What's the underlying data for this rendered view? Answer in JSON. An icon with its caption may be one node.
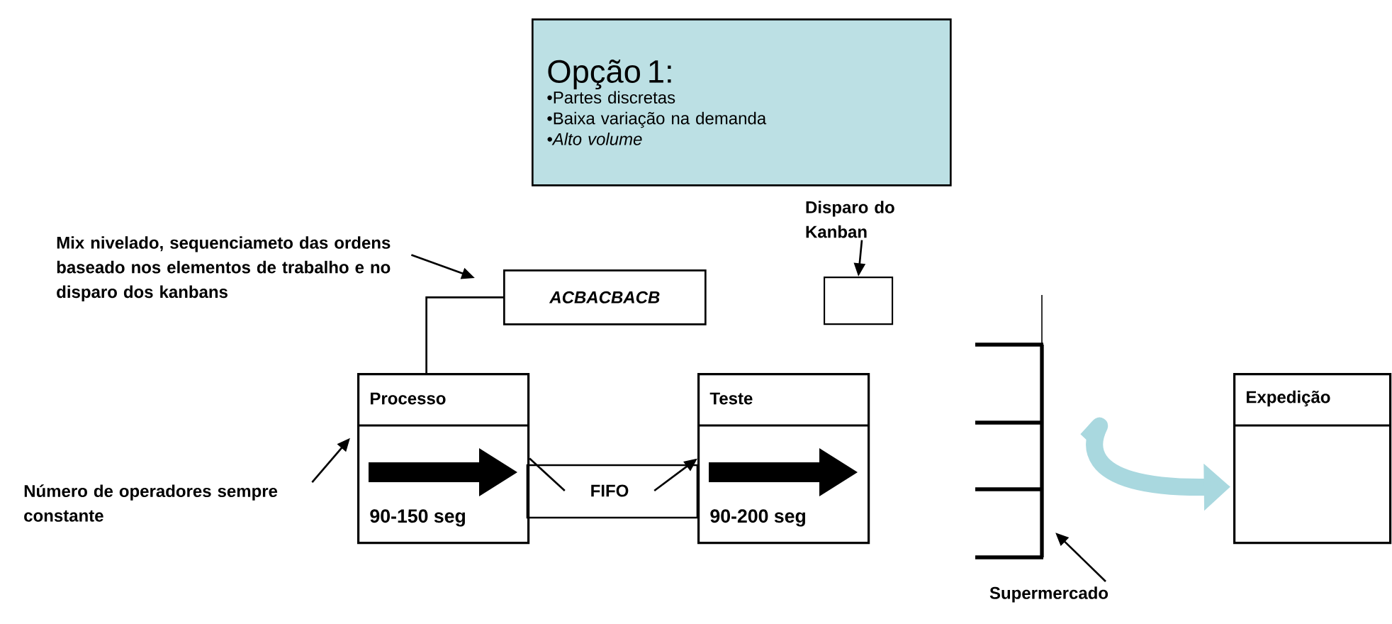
{
  "diagram": {
    "nodes": [
      {
        "text": [
          "Opção 1:",
          "•Partes discretas",
          "•Baixa variação na demanda",
          "•Alto volume"
        ]
      },
      {
        "text": [
          "Mix nivelado, sequenciameto das ordens baseado nos elementos de trabalho e no disparo dos kanbans"
        ]
      },
      {
        "text": [
          "ACBACBACB"
        ]
      },
      {
        "text": [
          "Disparo do Kanban"
        ]
      },
      {
        "text": [],
        "shape": "box"
      },
      {
        "text": [
          "Processo",
          "90-150 seg"
        ]
      },
      {
        "text": [
          "Número de operadores sempre constante"
        ]
      },
      {
        "text": [
          "FIFO"
        ]
      },
      {
        "text": [
          "Teste",
          "90-200 seg"
        ]
      },
      {
        "text": [],
        "shape": "picture"
      },
      {
        "text": [
          "Supermercado"
        ]
      },
      {
        "text": [
          "Expedição"
        ]
      }
    ],
    "edges": [
      {
        "from": 1,
        "to": 2,
        "arrow": "to"
      },
      {
        "from": 2,
        "to": 5,
        "arrow": "none"
      },
      {
        "from": 3,
        "to": 4,
        "arrow": "to"
      },
      {
        "from": 6,
        "to": 5,
        "arrow": "to"
      },
      {
        "from": 5,
        "to": 7,
        "arrow": "none"
      },
      {
        "from": 7,
        "to": 8,
        "arrow": "to"
      },
      {
        "from": 10,
        "to": 9,
        "arrow": "to"
      },
      {
        "from": 9,
        "to": 11,
        "arrow": "to",
        "style": "thick",
        "color": "#a9d8df"
      }
    ]
  }
}
